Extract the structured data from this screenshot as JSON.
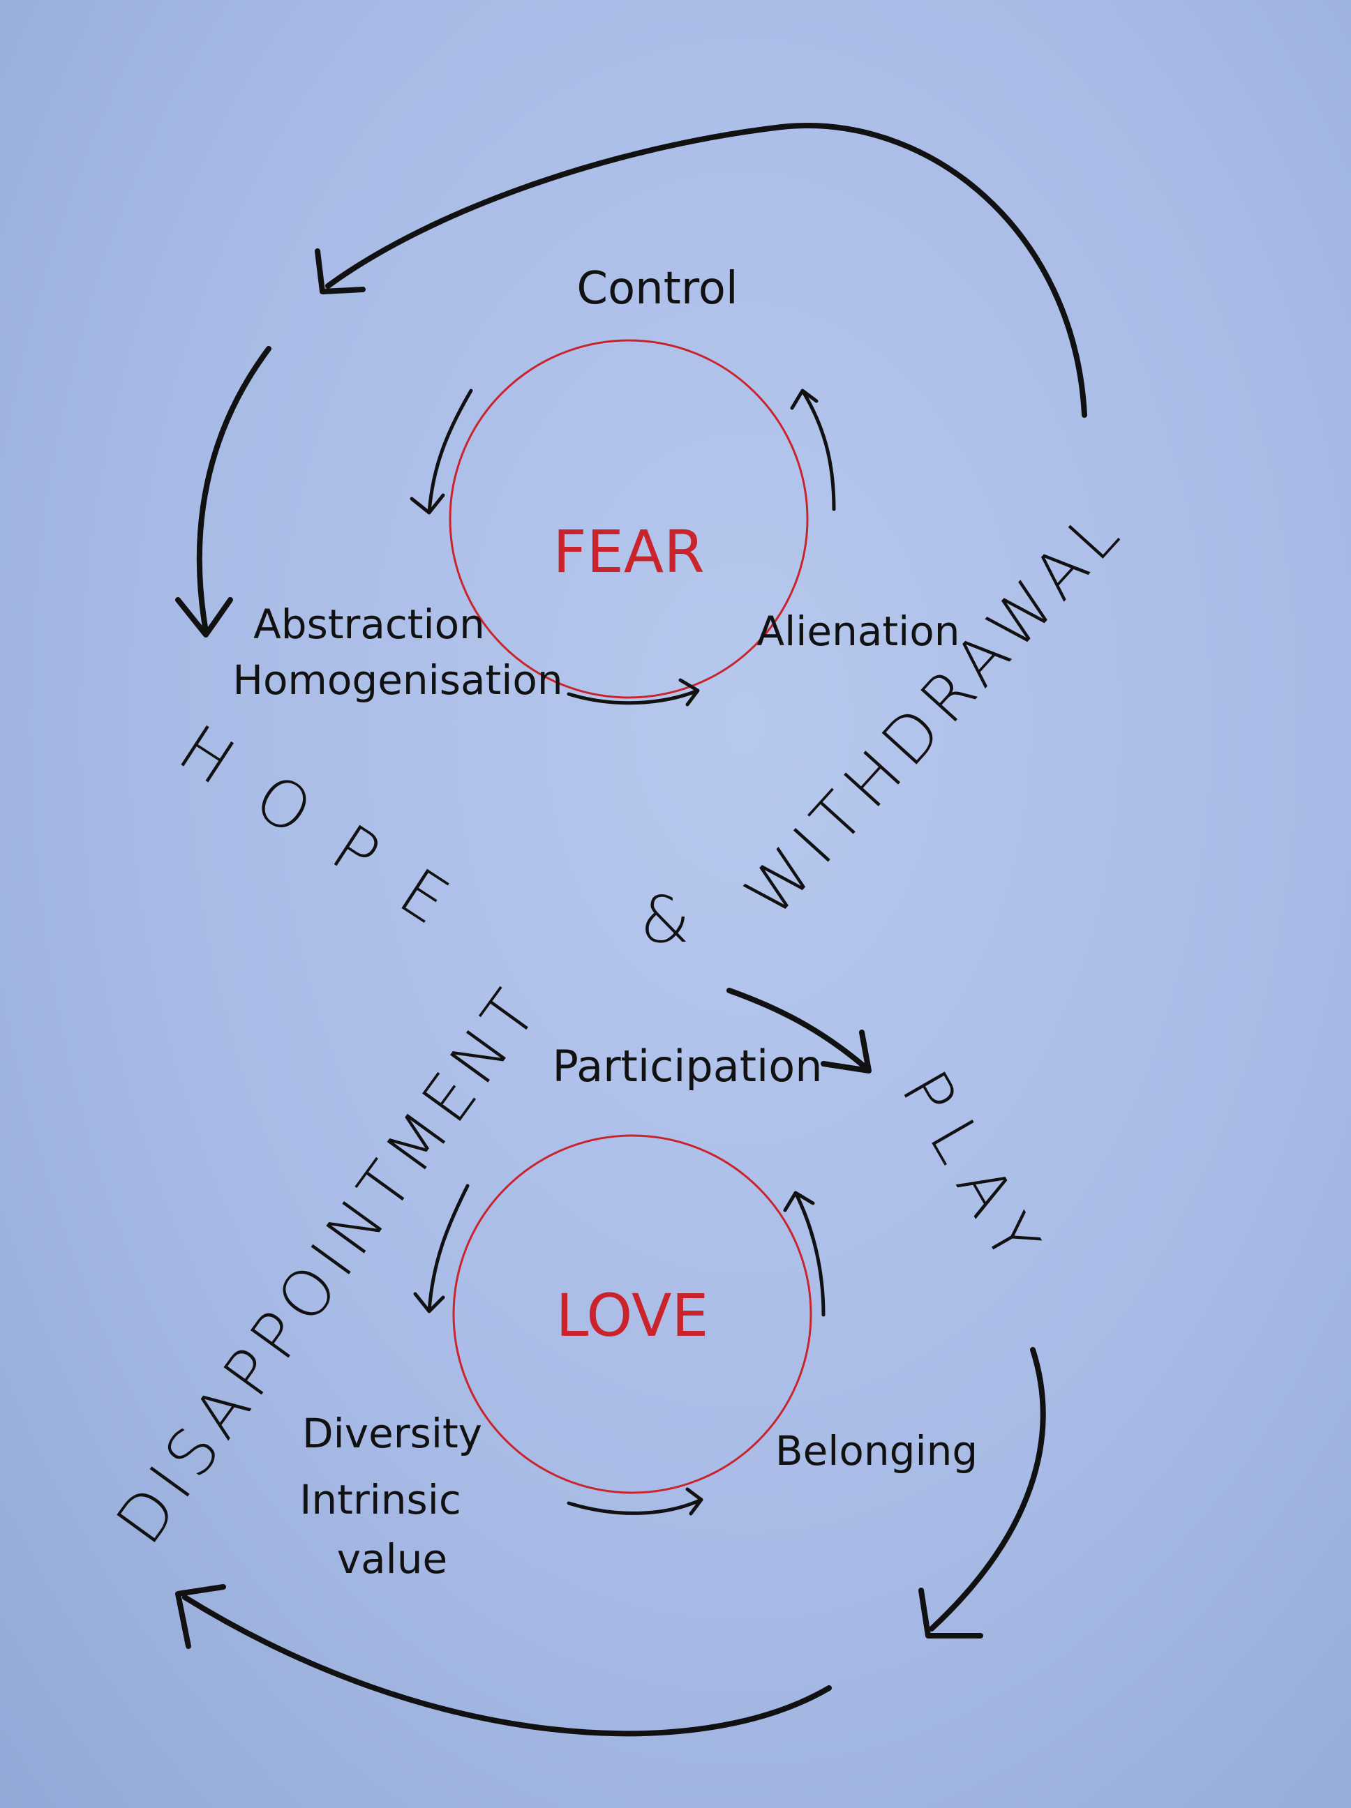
{
  "top_cycle": {
    "center": "FEAR",
    "top": "Control",
    "right": "Alienation",
    "left_line1": "Abstraction",
    "left_line2": "Homogenisation"
  },
  "bottom_cycle": {
    "center": "LOVE",
    "top": "Participation",
    "right": "Belonging",
    "left_line1": "Diversity",
    "left_line2": "Intrinsic",
    "left_line3": "value"
  },
  "transitions": {
    "hope": "HOPE",
    "withdrawal": "WITHDRAWAL",
    "ampersand": "&",
    "disappointment": "DISAPPOINTMENT",
    "play": "PLAY"
  },
  "colors": {
    "paper": "#a9bde6",
    "ink": "#111111",
    "circle": "#c9232c"
  }
}
